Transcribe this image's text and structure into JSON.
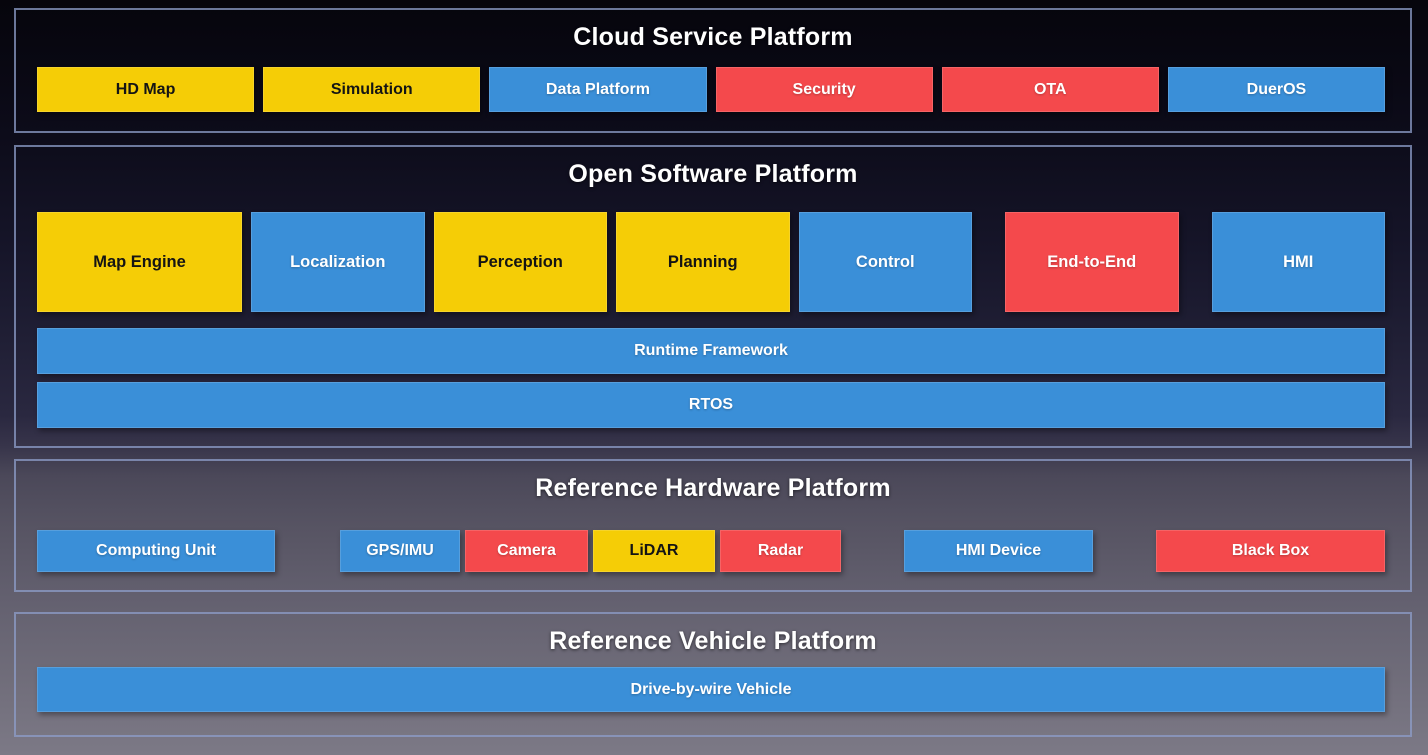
{
  "palette": {
    "yellow": "#F5CD06",
    "blue": "#3A8FD8",
    "red": "#F4494C",
    "section_border": "#8D9DC9",
    "title_color": "#FFFFFF"
  },
  "sections": {
    "cloud": {
      "title": "Cloud Service Platform",
      "boxes": [
        {
          "label": "HD Map",
          "color": "yellow"
        },
        {
          "label": "Simulation",
          "color": "yellow"
        },
        {
          "label": "Data Platform",
          "color": "blue"
        },
        {
          "label": "Security",
          "color": "red"
        },
        {
          "label": "OTA",
          "color": "red"
        },
        {
          "label": "DuerOS",
          "color": "blue"
        }
      ]
    },
    "software": {
      "title": "Open Software Platform",
      "modules": [
        {
          "label": "Map Engine",
          "color": "yellow"
        },
        {
          "label": "Localization",
          "color": "blue"
        },
        {
          "label": "Perception",
          "color": "yellow"
        },
        {
          "label": "Planning",
          "color": "yellow"
        },
        {
          "label": "Control",
          "color": "blue"
        },
        {
          "label": "End-to-End",
          "color": "red"
        },
        {
          "label": "HMI",
          "color": "blue"
        }
      ],
      "bars": [
        {
          "label": "Runtime Framework",
          "color": "blue"
        },
        {
          "label": "RTOS",
          "color": "blue"
        }
      ]
    },
    "hardware": {
      "title": "Reference Hardware Platform",
      "boxes": [
        {
          "label": "Computing Unit",
          "color": "blue"
        },
        {
          "label": "GPS/IMU",
          "color": "blue"
        },
        {
          "label": "Camera",
          "color": "red"
        },
        {
          "label": "LiDAR",
          "color": "yellow"
        },
        {
          "label": "Radar",
          "color": "red"
        },
        {
          "label": "HMI Device",
          "color": "blue"
        },
        {
          "label": "Black Box",
          "color": "red"
        }
      ]
    },
    "vehicle": {
      "title": "Reference Vehicle Platform",
      "boxes": [
        {
          "label": "Drive-by-wire Vehicle",
          "color": "blue"
        }
      ]
    }
  }
}
